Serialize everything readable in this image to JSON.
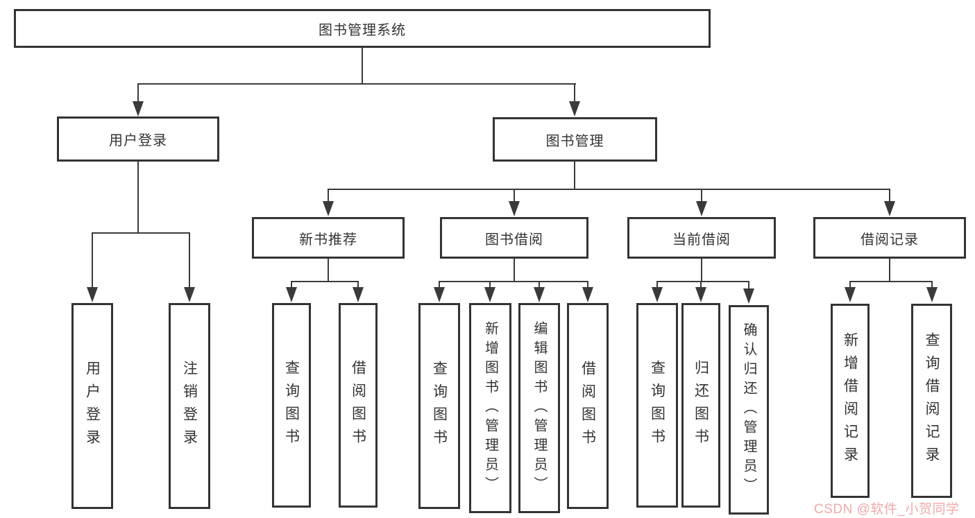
{
  "diagram": {
    "root": {
      "label": "图书管理系统",
      "children": [
        {
          "label": "用户登录",
          "children": [
            {
              "label": "用户登录"
            },
            {
              "label": "注销登录"
            }
          ]
        },
        {
          "label": "图书管理",
          "children": [
            {
              "label": "新书推荐",
              "children": [
                {
                  "label": "查询图书"
                },
                {
                  "label": "借阅图书"
                }
              ]
            },
            {
              "label": "图书借阅",
              "children": [
                {
                  "label": "查询图书"
                },
                {
                  "label": "新增图书（管理员）"
                },
                {
                  "label": "编辑图书（管理员）"
                },
                {
                  "label": "借阅图书"
                }
              ]
            },
            {
              "label": "当前借阅",
              "children": [
                {
                  "label": "查询图书"
                },
                {
                  "label": "归还图书"
                },
                {
                  "label": "确认归还（管理员）"
                }
              ]
            },
            {
              "label": "借阅记录",
              "children": [
                {
                  "label": "新增借阅记录"
                },
                {
                  "label": "查询借阅记录"
                }
              ]
            }
          ]
        }
      ]
    }
  },
  "watermark": {
    "text": "CSDN @软件_小贺同学"
  },
  "colors": {
    "ink": "#333333",
    "line": "#3a3a3a",
    "background": "#ffffff",
    "watermark": "#f0a2a2"
  }
}
